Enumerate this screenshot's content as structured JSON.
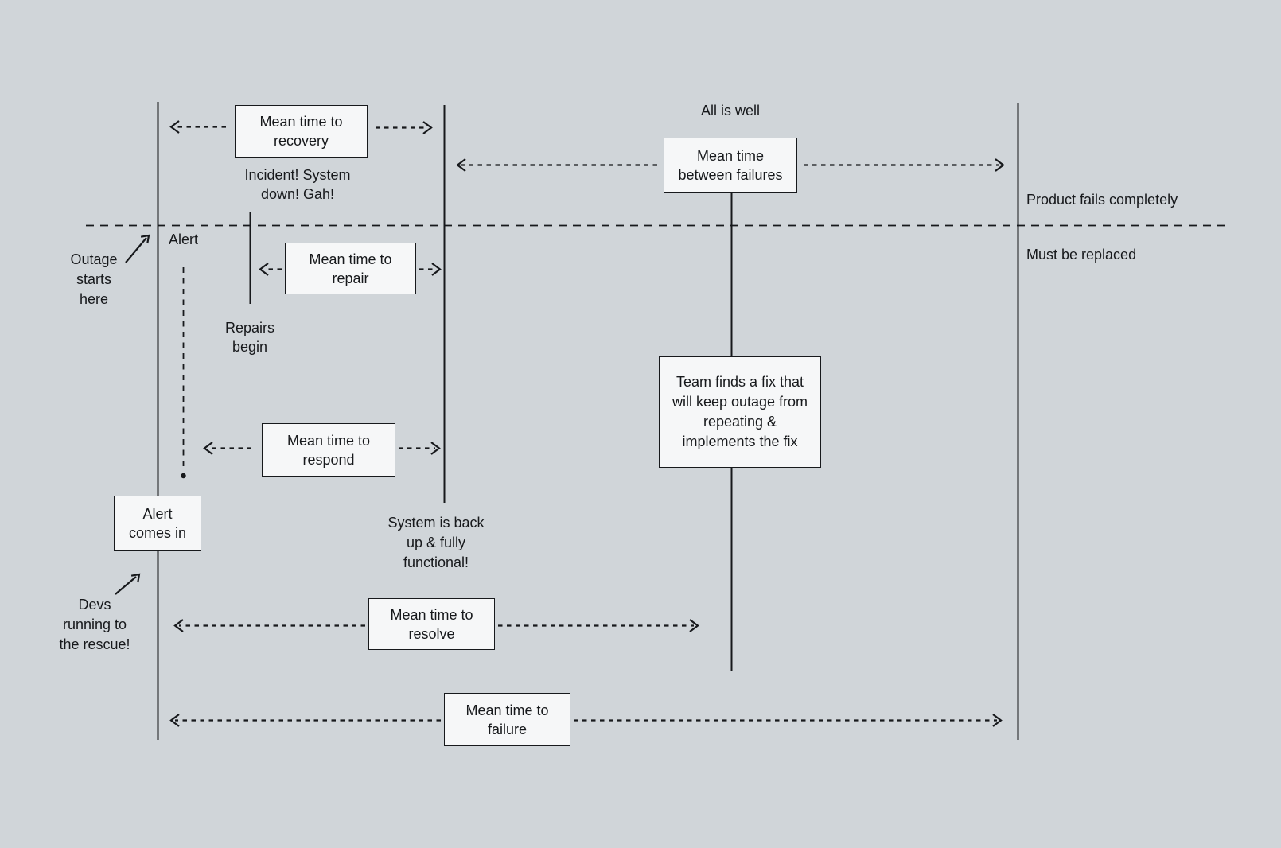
{
  "boxes": {
    "recovery": {
      "lines": [
        "Mean time to",
        "recovery"
      ]
    },
    "mtbf": {
      "lines": [
        "Mean time",
        "between failures"
      ]
    },
    "repair": {
      "lines": [
        "Mean time to",
        "repair"
      ]
    },
    "respond": {
      "lines": [
        "Mean time to",
        "respond"
      ]
    },
    "alert_comes_in": {
      "lines": [
        "Alert",
        "comes in"
      ]
    },
    "fix": {
      "lines": [
        "Team finds a fix that",
        "will keep outage from",
        "repeating &",
        "implements the fix"
      ]
    },
    "resolve": {
      "lines": [
        "Mean time to",
        "resolve"
      ]
    },
    "failure": {
      "lines": [
        "Mean time to",
        "failure"
      ]
    }
  },
  "annotations": {
    "all_is_well": {
      "text": "All is well"
    },
    "incident": {
      "lines": [
        "Incident! System",
        "down! Gah!"
      ]
    },
    "alert": {
      "text": "Alert"
    },
    "outage": {
      "lines": [
        "Outage",
        "starts",
        "here"
      ]
    },
    "repairs_begin": {
      "lines": [
        "Repairs",
        "begin"
      ]
    },
    "product_fails": {
      "text": "Product fails completely"
    },
    "must_be_replaced": {
      "text": "Must be replaced"
    },
    "system_back": {
      "lines": [
        "System is back",
        "up & fully",
        "functional!"
      ]
    },
    "devs": {
      "lines": [
        "Devs",
        "running to",
        "the rescue!"
      ]
    }
  },
  "colors": {
    "background": "#d0d5d9",
    "box_fill": "#f6f7f8",
    "line": "#17191c",
    "text": "#17191c"
  }
}
